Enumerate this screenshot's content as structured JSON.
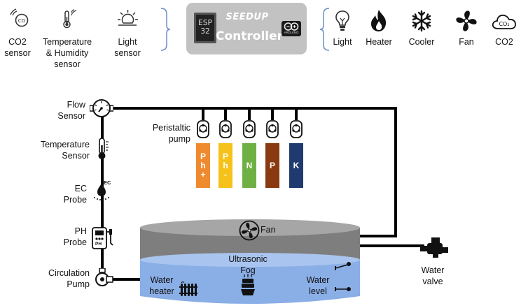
{
  "sensors": [
    {
      "label": "CO2\nsensor",
      "icon": "co2-wifi-icon"
    },
    {
      "label": "Temperature\n& Humidity\nsensor",
      "icon": "thermometer-wifi-icon"
    },
    {
      "label": "Light\nsensor",
      "icon": "sun-icon"
    }
  ],
  "controller": {
    "chip": "ESP\n32",
    "brand": "SEEDUP",
    "title": "Controller",
    "arduino": "ARDUINO"
  },
  "actuators": [
    {
      "label": "Light",
      "icon": "bulb-icon"
    },
    {
      "label": "Heater",
      "icon": "flame-icon"
    },
    {
      "label": "Cooler",
      "icon": "snowflake-icon"
    },
    {
      "label": "Fan",
      "icon": "fan-icon"
    },
    {
      "label": "CO2",
      "icon": "co2-cloud-icon"
    }
  ],
  "pipeline": [
    {
      "label": "Flow\nSensor",
      "icon": "flow-gauge-icon"
    },
    {
      "label": "Temperature\nSensor",
      "icon": "thermometer-icon"
    },
    {
      "label": "EC\nProbe",
      "icon": "ec-drop-icon",
      "tag": "EC"
    },
    {
      "label": "PH\nProbe",
      "icon": "ph-meter-icon",
      "tag": "PH"
    },
    {
      "label": "Circulation\nPump",
      "icon": "pump-icon"
    }
  ],
  "peristaltic": {
    "label": "Peristaltic\npump",
    "bottles": [
      {
        "text": "P\nh\n+",
        "color": "#f08a2e"
      },
      {
        "text": "P\nh\n-",
        "color": "#f6c21a"
      },
      {
        "text": "N",
        "color": "#6fb045"
      },
      {
        "text": "P",
        "color": "#8a3a10"
      },
      {
        "text": "K",
        "color": "#1f3a6e"
      }
    ]
  },
  "tank": {
    "fan": "Fan",
    "fog": "Ultrasonic\nFog",
    "heater": "Water\nheater",
    "level": "Water\nlevel"
  },
  "valve": {
    "label": "Water\nvalve"
  },
  "colors": {
    "controller_bg": "#c2c2c2",
    "bracket": "#6a8fc7",
    "tank_top": "#9a9a9a",
    "tank_air": "#7e7e7e",
    "water": "#8aaee6",
    "water_top": "#a9c4ef"
  }
}
